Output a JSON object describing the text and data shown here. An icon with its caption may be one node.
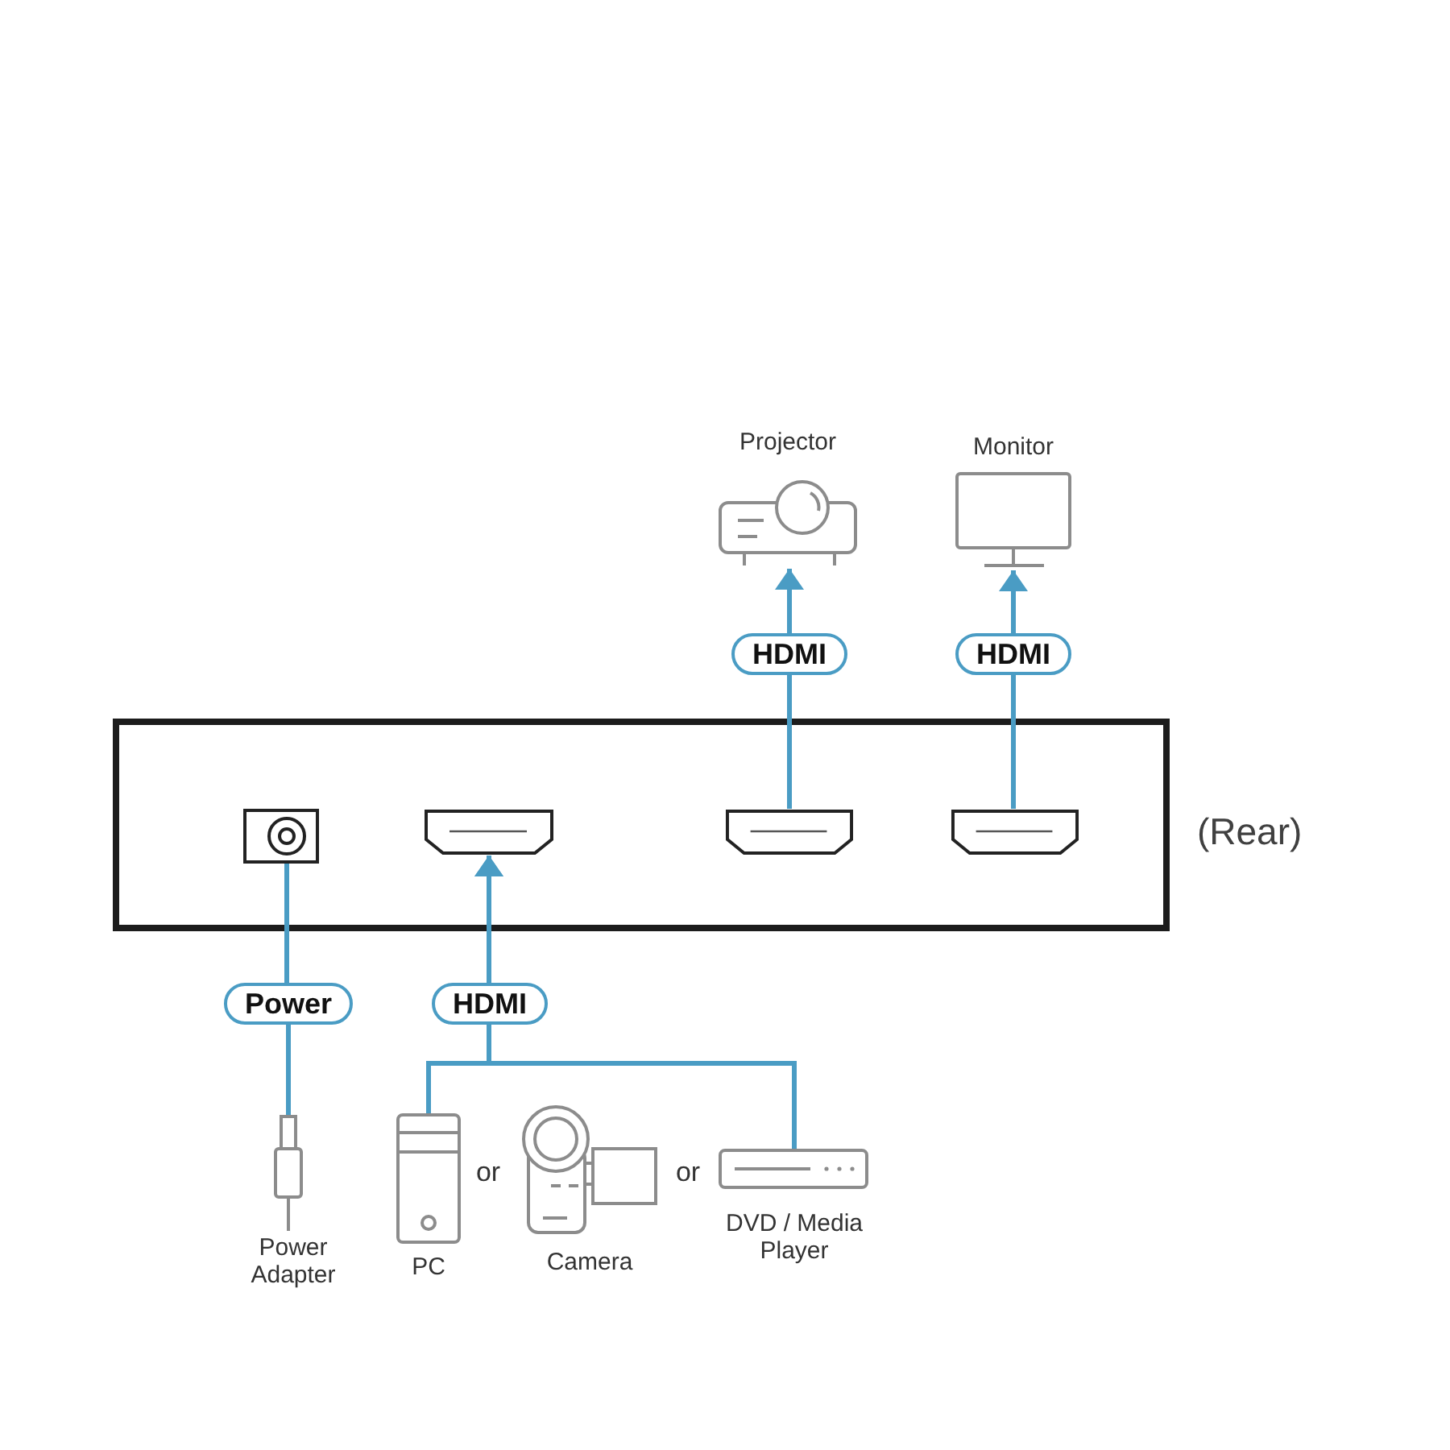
{
  "diagram": {
    "nodes": [
      {
        "text": [
          "Projector"
        ]
      },
      {
        "text": [
          "Monitor"
        ]
      },
      {
        "text": [
          "(Rear)"
        ]
      },
      {
        "text": [],
        "shape": "picture",
        "in": 2
      },
      {
        "text": [],
        "shape": "picture",
        "in": 2
      },
      {
        "text": [],
        "shape": "picture",
        "in": 2
      },
      {
        "text": [],
        "shape": "picture",
        "in": 2
      },
      {
        "text": [
          "Power Adapter"
        ]
      },
      {
        "text": [
          "PC"
        ]
      },
      {
        "text": [
          "Camera"
        ]
      },
      {
        "text": [
          "DVD / Media Player"
        ]
      }
    ],
    "edges": [
      {
        "from": 5,
        "to": 0,
        "arrow": "to",
        "label": "HDMI"
      },
      {
        "from": 6,
        "to": 1,
        "arrow": "to",
        "label": "HDMI"
      },
      {
        "from": 7,
        "to": 3,
        "arrow": "none",
        "label": "Power"
      },
      {
        "from": 8,
        "to": 4,
        "arrow": "to",
        "label": "HDMI"
      },
      {
        "from": 10,
        "to": 4,
        "arrow": "to"
      }
    ],
    "labels": [
      "or",
      "or"
    ]
  }
}
